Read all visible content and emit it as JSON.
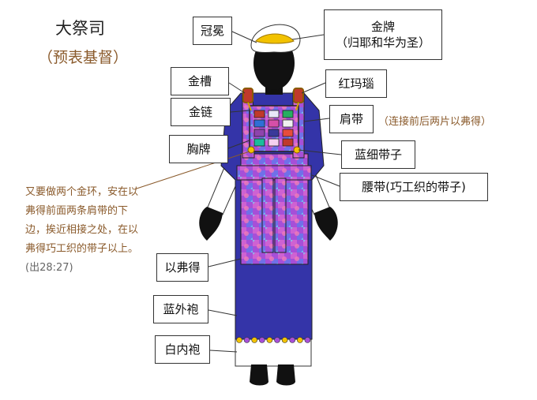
{
  "title": "大祭司",
  "subtitle": "（预表基督）",
  "labels": {
    "crown": "冠冕",
    "gold_plate_line1": "金牌",
    "gold_plate_line2": "（归耶和华为圣）",
    "gold_setting": "金槽",
    "onyx": "红玛瑙",
    "gold_chain": "金链",
    "shoulder_piece": "肩带",
    "shoulder_note": "（连接前后两片以弗得）",
    "breastplate": "胸牌",
    "blue_cord": "蓝细带子",
    "girdle": "腰带(巧工织的带子)",
    "ephod": "以弗得",
    "blue_robe": "蓝外袍",
    "white_robe": "白内袍"
  },
  "verse": {
    "text": "又要做两个金环，安在以弗得前面两条肩带的下边，挨近相接之处，在以弗得巧工织的带子以上。",
    "reference": "(出28:27)"
  },
  "colors": {
    "robe_blue": "#3434a8",
    "gold": "#f2c200",
    "ephod_pattern": "#b05ad6",
    "label_brown": "#8a5a2b"
  }
}
